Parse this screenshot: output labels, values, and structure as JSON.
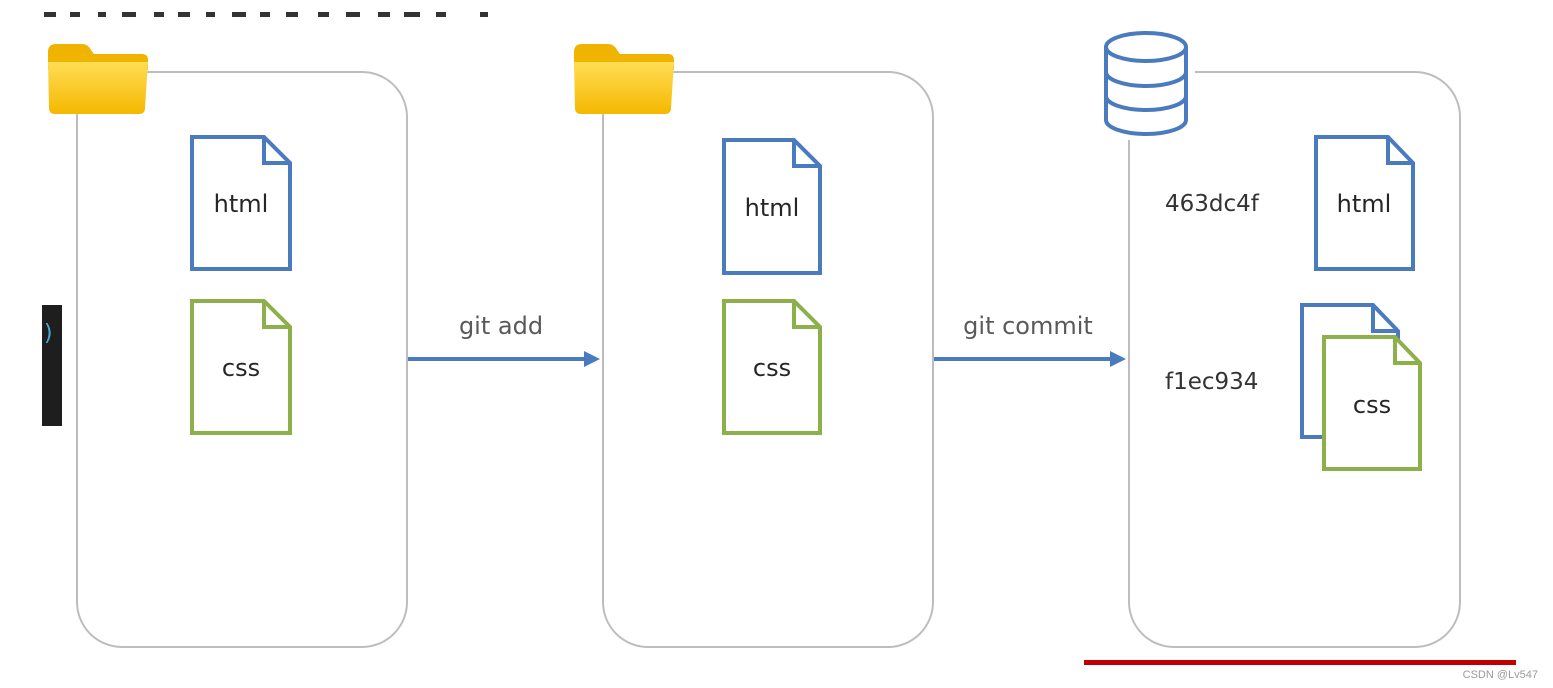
{
  "stages": [
    {
      "files": [
        {
          "label": "html"
        },
        {
          "label": "css"
        }
      ]
    },
    {
      "files": [
        {
          "label": "html"
        },
        {
          "label": "css"
        }
      ]
    },
    {
      "commits": [
        {
          "hash": "463dc4f",
          "label": "html"
        },
        {
          "hash": "f1ec934",
          "label": "css"
        }
      ]
    }
  ],
  "arrows": [
    {
      "label": "git add"
    },
    {
      "label": "git commit"
    }
  ],
  "side_panel": {
    "glyph": ")"
  },
  "watermark": "CSDN @Lv547",
  "colors": {
    "box_border": "#bdbdbd",
    "html_file": "#4a7bbf",
    "css_file": "#8db04a",
    "arrow": "#4a7bbf",
    "folder": "#f7c30d",
    "database": "#4a7bbf",
    "red_bar": "#c00000",
    "dark_panel": "#1e1e1e"
  },
  "icons": [
    "folder-icon",
    "folder-icon",
    "database-icon"
  ]
}
